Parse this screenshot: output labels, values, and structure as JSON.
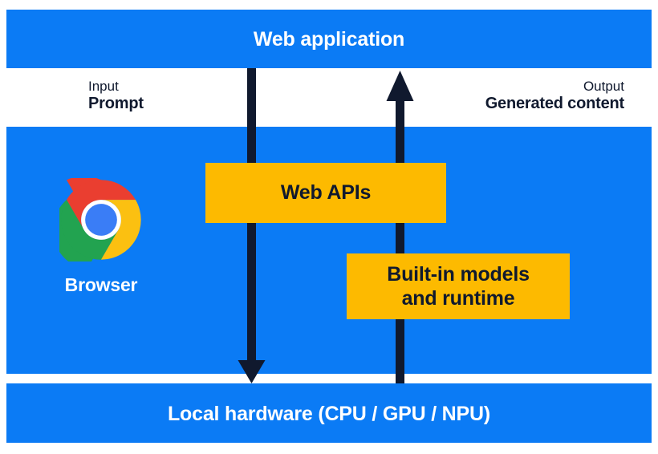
{
  "diagram": {
    "title": "Web application",
    "colors": {
      "band_blue": "#0b7bf5",
      "box_amber": "#fdba00",
      "text_dark": "#10192e",
      "text_light": "#ffffff",
      "arrow_dark": "#10192e"
    },
    "bands": {
      "top_label": "Web application",
      "bottom_label": "Local hardware (CPU / GPU / NPU)"
    },
    "io": {
      "input_kind": "Input",
      "input_value": "Prompt",
      "output_kind": "Output",
      "output_value": "Generated content"
    },
    "browser": {
      "caption": "Browser",
      "logo_name": "chrome-logo"
    },
    "boxes": {
      "web_apis": "Web APIs",
      "builtin_line1": "Built-in models",
      "builtin_line2": "and runtime"
    },
    "arrows": {
      "down_name": "input-flow-arrow-down",
      "up_name": "output-flow-arrow-up"
    }
  }
}
